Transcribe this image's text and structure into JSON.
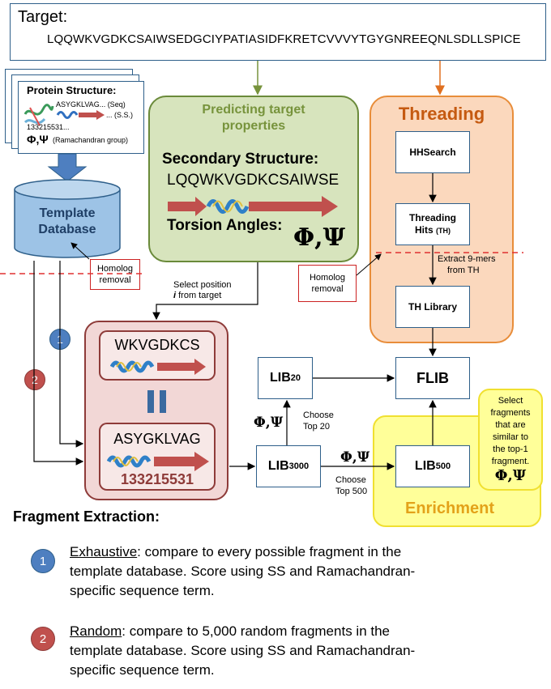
{
  "target": {
    "title": "Target:",
    "sequence": "LQQWKVGDKCSAIWSEDGCIYPATIASIDFKRETCVVVYTGYGNREEQNLSDLLSPICE"
  },
  "protein_structure": {
    "title": "Protein Structure:",
    "seq_line": "ASYGKLVAG... (Seq)",
    "ss_line": "... (S.S.)",
    "digits_line": "133215531...",
    "phi_psi": "Φ,Ψ",
    "rama_label": "(Ramachandran group)"
  },
  "template_db": {
    "line1": "Template",
    "line2": "Database"
  },
  "predict": {
    "title_line1": "Predicting target",
    "title_line2": "properties",
    "ss_label": "Secondary Structure:",
    "ss_seq": "LQQWKVGDKCSAIWSE",
    "torsion_label": "Torsion Angles:",
    "phi_psi": "Φ,Ψ"
  },
  "threading": {
    "title": "Threading",
    "hhsearch": "HHSearch",
    "hits_line1": "Threading",
    "hits_line2": "Hits",
    "hits_abbr": "(TH)",
    "extract_line1": "Extract 9-mers",
    "extract_line2": "from TH",
    "library": "TH Library"
  },
  "homolog_left": {
    "line1": "Homolog",
    "line2": "removal"
  },
  "homolog_right": {
    "line1": "Homolog",
    "line2": "removal"
  },
  "select_position": {
    "line1": "Select position",
    "line2_i": "i",
    "line2_rest": " from target"
  },
  "fragment_box": {
    "target_frag": "WKVGDKCS",
    "template_frag": "ASYGKLVAG",
    "digits": "133215531"
  },
  "libs": {
    "lib20_main": "LIB",
    "lib20_sub": "20",
    "lib3000_main": "LIB",
    "lib3000_sub": "3000",
    "lib500_main": "LIB",
    "lib500_sub": "500",
    "flib": "FLIB"
  },
  "choose20": {
    "line1": "Choose",
    "line2": "Top 20"
  },
  "choose500": {
    "line1": "Choose",
    "line2": "Top 500"
  },
  "phi_psi_small": "Φ,Ψ",
  "phi_psi_small2": "Φ,Ψ",
  "enrichment": {
    "title": "Enrichment"
  },
  "select_note": {
    "line1": "Select",
    "line2": "fragments",
    "line3": "that are",
    "line4": "similar to",
    "line5": "the top-1",
    "line6": "fragment.",
    "phi_psi": "Φ,Ψ"
  },
  "markers": {
    "one": "1",
    "two": "2"
  },
  "legend": {
    "heading": "Fragment Extraction",
    "heading_colon": ":",
    "exhaustive_term": "Exhaustive",
    "exhaustive_line1": ": compare to every possible fragment in the",
    "exhaustive_line2": "template database. Score using SS and Ramachandran-",
    "exhaustive_line3": "specific sequence term.",
    "random_term": "Random",
    "random_line1": ": compare to 5,000 random fragments in the",
    "random_line2": "template database. Score using SS and Ramachandran-",
    "random_line3": "specific sequence term."
  },
  "colors": {
    "green_fill": "#d7e4bd",
    "orange_fill": "#fbd8bd",
    "pink_fill": "#f2d7d6",
    "yellow_fill": "#ffff99",
    "threading_title": "#c55a11",
    "predict_title": "#77933c",
    "enrichment_title": "#e3a21a",
    "blue_marker": "#4e7fc0",
    "red_marker": "#c0504d"
  }
}
